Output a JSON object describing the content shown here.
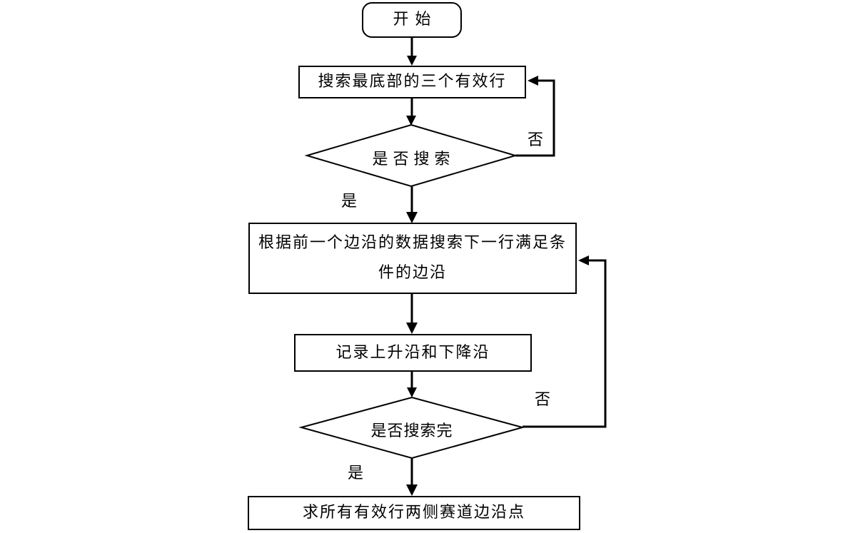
{
  "diagram": {
    "type": "flowchart",
    "background_color": "#ffffff",
    "stroke_color": "#000000",
    "fill_color": "#ffffff",
    "nodes": {
      "start": {
        "shape": "terminator",
        "label": "开始"
      },
      "search_bottom": {
        "shape": "process",
        "label": "搜索最底部的三个有效行"
      },
      "searched": {
        "shape": "decision",
        "label": "是否搜索"
      },
      "search_next": {
        "shape": "process",
        "label": "根据前一个边沿的数据搜索下一行满足条件的边沿"
      },
      "record_edges": {
        "shape": "process",
        "label": "记录上升沿和下降沿"
      },
      "search_done": {
        "shape": "decision",
        "label": "是否搜索完"
      },
      "edge_points": {
        "shape": "process",
        "label": "求所有有效行两侧赛道边沿点"
      }
    },
    "branch_labels": {
      "searched_yes": "是",
      "searched_no": "否",
      "done_yes": "是",
      "done_no": "否"
    },
    "edges": [
      {
        "from": "start",
        "to": "search_bottom",
        "label": ""
      },
      {
        "from": "search_bottom",
        "to": "searched",
        "label": ""
      },
      {
        "from": "searched",
        "to": "search_next",
        "label": "是"
      },
      {
        "from": "searched",
        "to": "search_bottom",
        "label": "否",
        "route": "right-loop"
      },
      {
        "from": "search_next",
        "to": "record_edges",
        "label": ""
      },
      {
        "from": "record_edges",
        "to": "search_done",
        "label": ""
      },
      {
        "from": "search_done",
        "to": "search_next",
        "label": "否",
        "route": "right-loop"
      },
      {
        "from": "search_done",
        "to": "edge_points",
        "label": "是"
      }
    ]
  }
}
